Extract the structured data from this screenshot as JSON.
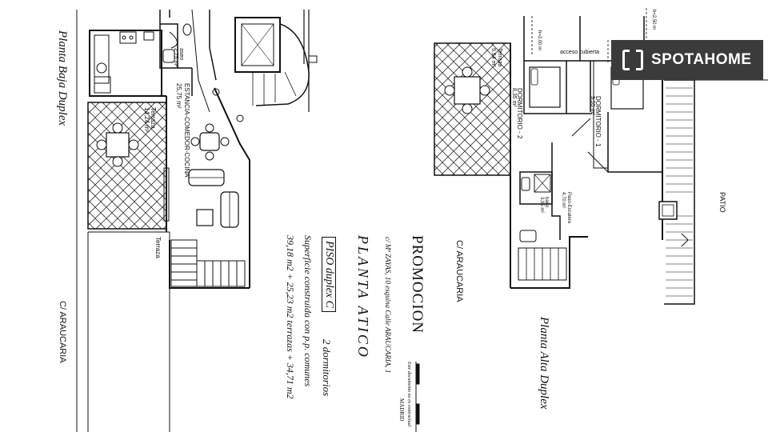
{
  "brand": {
    "name": "SPOTAHOME"
  },
  "left_plan": {
    "title": "Planta Baja Duplex",
    "street": "C/ ARAUCARIA",
    "rooms": [
      {
        "name": "ESTANCIA-COMEDOR-COCINA",
        "area": "25,75 m²"
      },
      {
        "name": "Terraza",
        "area": "14,24 m²"
      },
      {
        "name": "aseo",
        "area": "2,75 m²"
      }
    ],
    "terrace_label": "Terraza"
  },
  "center_text": {
    "street": "C/ ARAUCARIA",
    "promocion": "PROMOCION",
    "address": "c/ Mª ZAYAS, 10 esquina Calle ARAUCARIA, 1",
    "planta": "PLANTA ATICO",
    "piso": "PISO duplex C",
    "dormitorios": "2 dormitorios",
    "superficie_label": "Superficie construida con p.p. comunes",
    "superficie_values": "39,18 m2 + 25,23 m2 terrazas + 34,71 m2",
    "document_note": "Este documento no es contractual",
    "city": "MADRID"
  },
  "right_plan": {
    "title": "Planta Alta Duplex",
    "patio": "PATIO",
    "acceso": "acceso cubierta",
    "heights": [
      "h=2,00 m",
      "h=2,50 m"
    ],
    "rooms": [
      {
        "name": "DORMITORIO - 1",
        "area": "9,55 m²"
      },
      {
        "name": "DORMITORIO - 2",
        "area": "8,35 m²"
      },
      {
        "name": "Terraza",
        "area": "9,94 m²"
      },
      {
        "name": "Paso-Escalera",
        "area": "4,70 m²"
      },
      {
        "name": "baño",
        "area": "3,95 m²"
      }
    ]
  }
}
